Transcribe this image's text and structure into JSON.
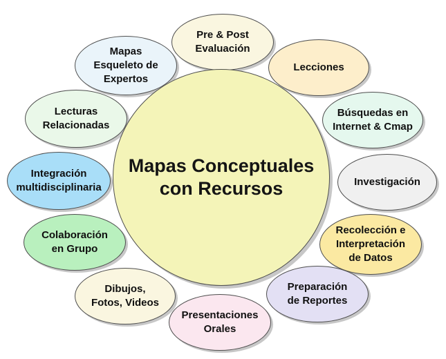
{
  "diagram": {
    "center_label": "Mapas Conceptuales\ncon Recursos",
    "nodes": [
      {
        "label": "Pre & Post\nEvaluación"
      },
      {
        "label": "Lecciones"
      },
      {
        "label": "Búsquedas en\nInternet & Cmap"
      },
      {
        "label": "Investigación"
      },
      {
        "label": "Recolección e\nInterpretación\nde Datos"
      },
      {
        "label": "Preparación\nde Reportes"
      },
      {
        "label": "Presentaciones\nOrales"
      },
      {
        "label": "Dibujos,\nFotos, Videos"
      },
      {
        "label": "Colaboración\nen Grupo"
      },
      {
        "label": "Integración\nmultidisciplinaria"
      },
      {
        "label": "Lecturas\nRelacionadas"
      },
      {
        "label": "Mapas\nEsqueleto de\nExpertos"
      }
    ]
  }
}
